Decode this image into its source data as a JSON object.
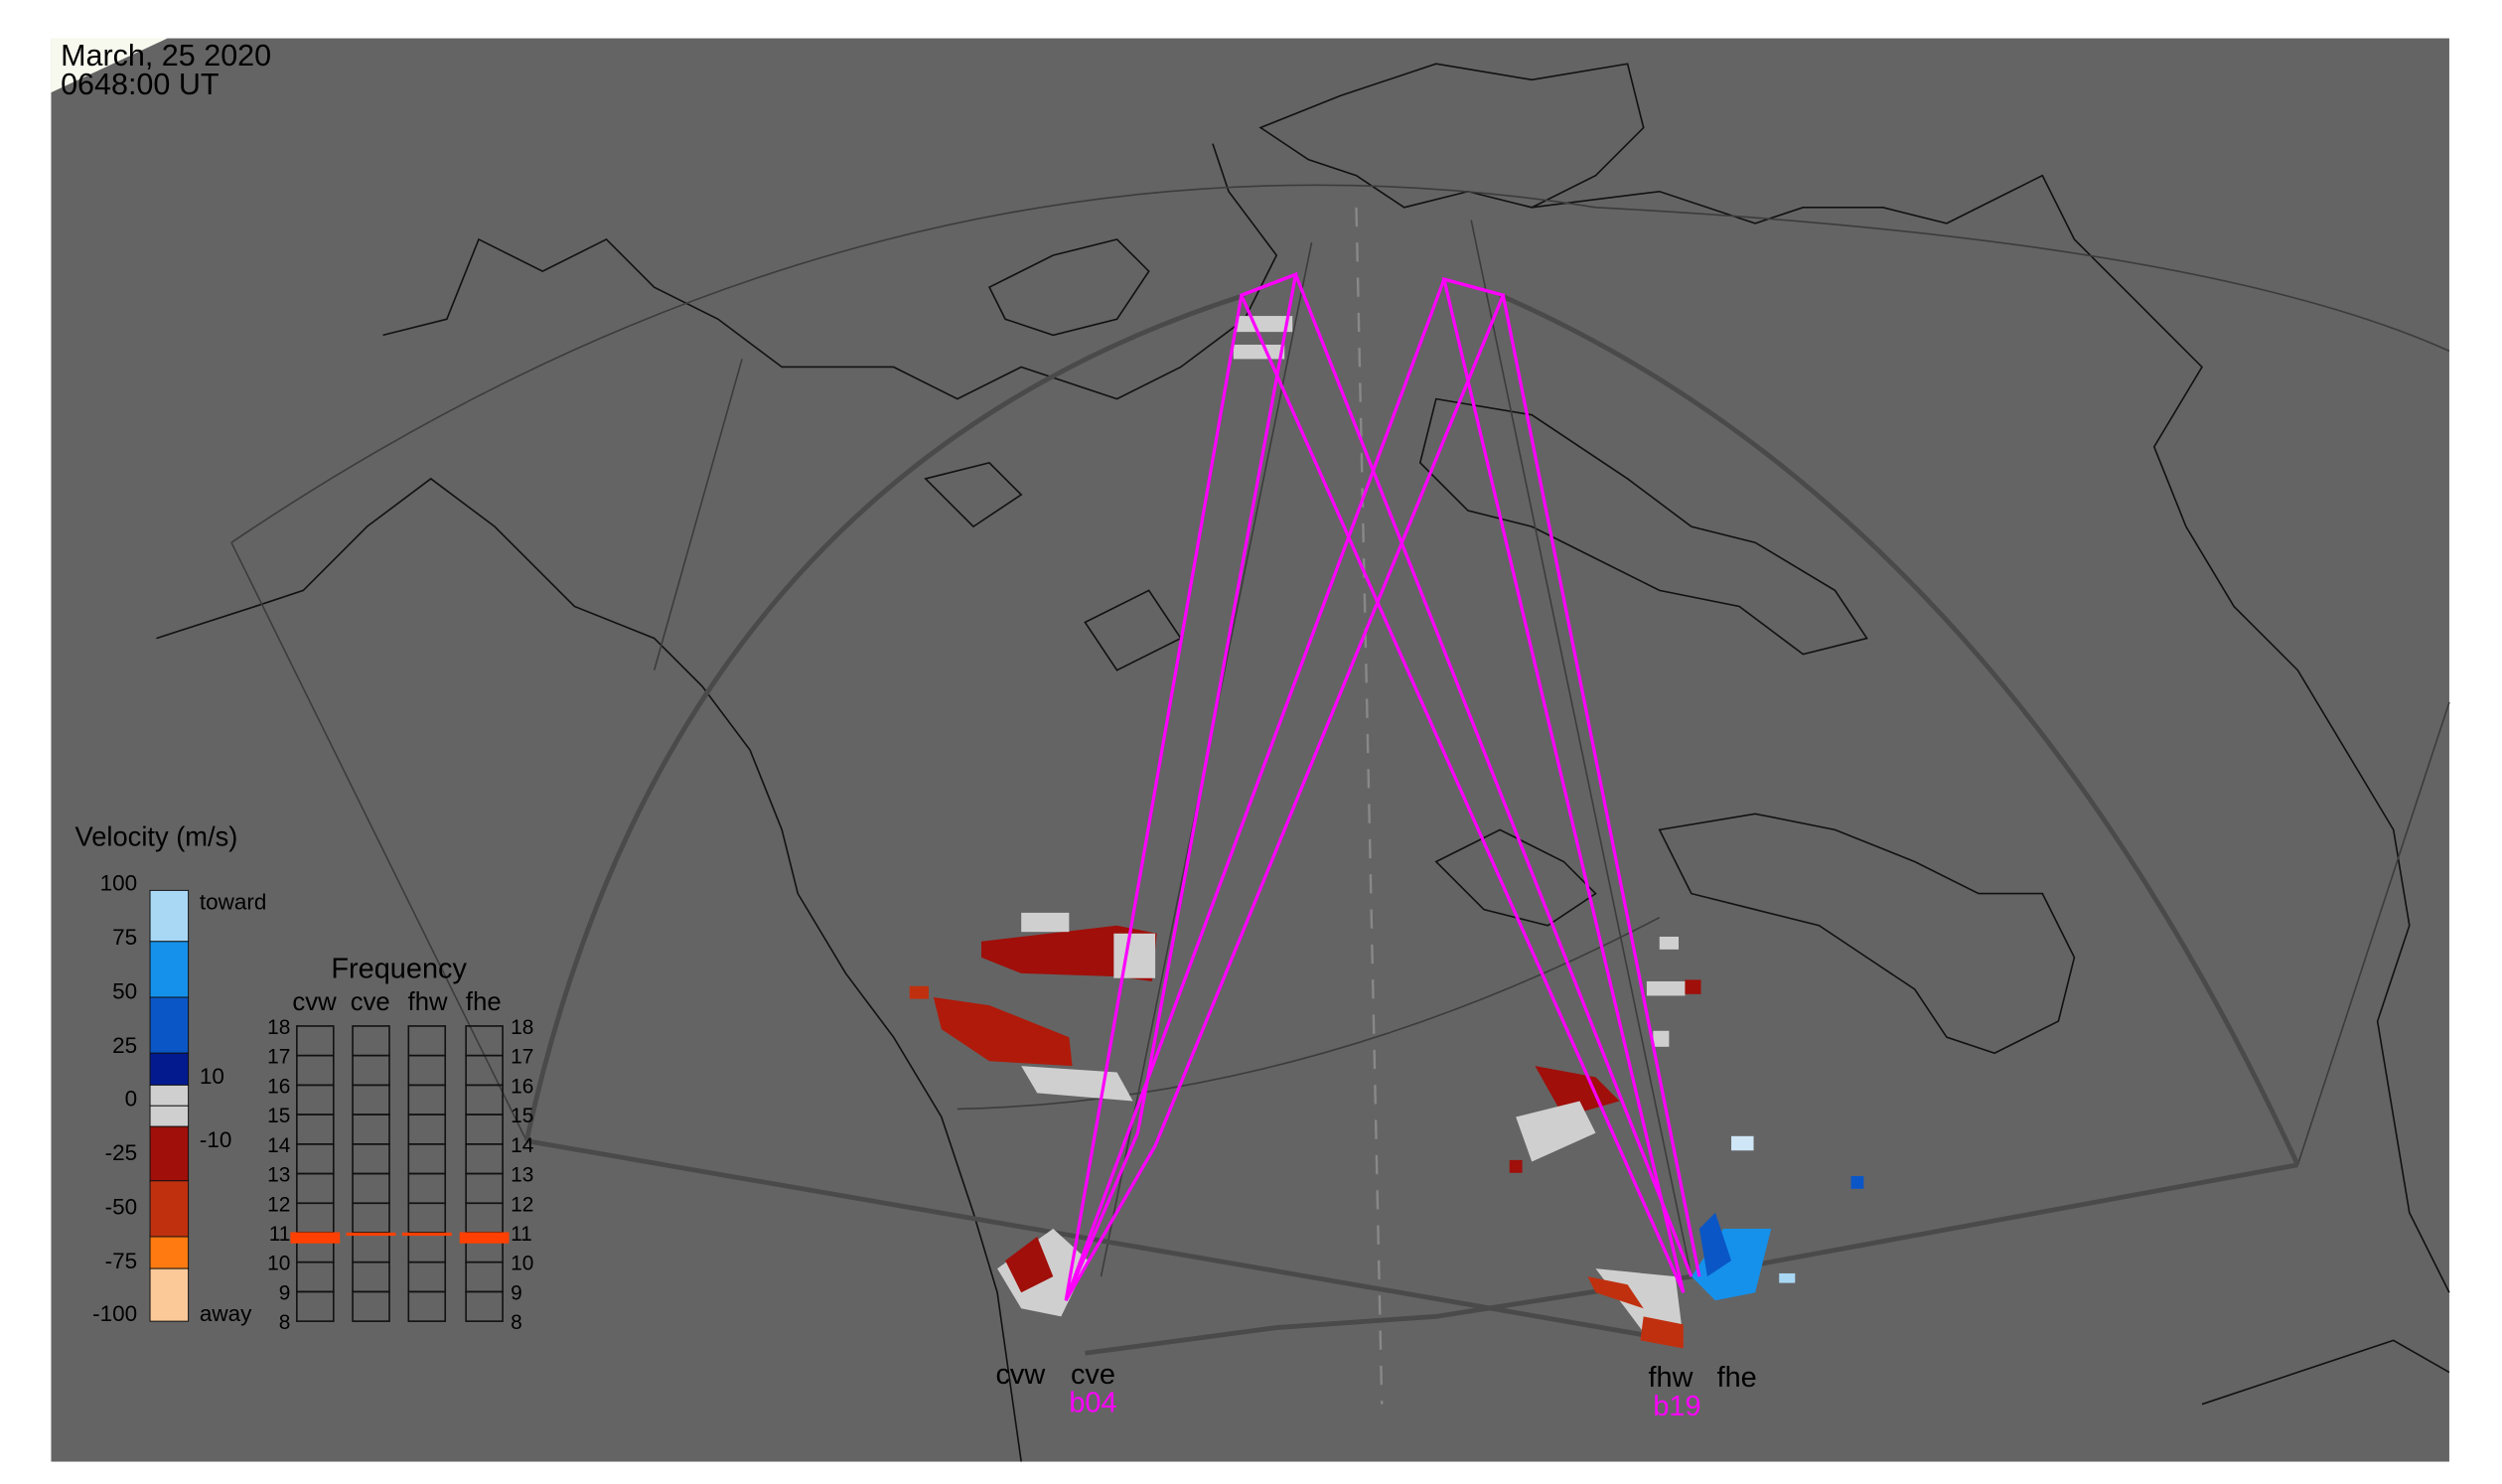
{
  "header": {
    "date": "March, 25 2020",
    "time": "0648:00 UT"
  },
  "colors": {
    "map_bg": "#646464",
    "beam": "#ff00ff",
    "night": "#f7f8ee"
  },
  "velocity_legend": {
    "title": "Velocity (m/s)",
    "ticks": [
      "100",
      "75",
      "50",
      "25",
      "0",
      "-25",
      "-50",
      "-75",
      "-100"
    ],
    "toward_label": "toward",
    "away_label": "away",
    "threshold_high": "10",
    "threshold_low": "-10",
    "segments": [
      "#a9d8f5",
      "#1591ec",
      "#0b56c6",
      "#031a8f",
      "#cfcfcf",
      "#cfcfcf",
      "#a00f0a",
      "#c0300f",
      "#ff7a10",
      "#fbc898"
    ]
  },
  "frequency": {
    "title": "Frequency",
    "columns": [
      "cvw",
      "cve",
      "fhw",
      "fhe"
    ],
    "ticks": [
      "18",
      "17",
      "16",
      "15",
      "14",
      "13",
      "12",
      "11",
      "10",
      "9",
      "8"
    ],
    "active_mhz": [
      10.8,
      10.95,
      10.95,
      10.8
    ],
    "range": [
      8,
      18
    ]
  },
  "radars": [
    {
      "west": "cvw",
      "east": "cve",
      "beam": "b04"
    },
    {
      "west": "fhw",
      "east": "fhe",
      "beam": "b19"
    }
  ]
}
